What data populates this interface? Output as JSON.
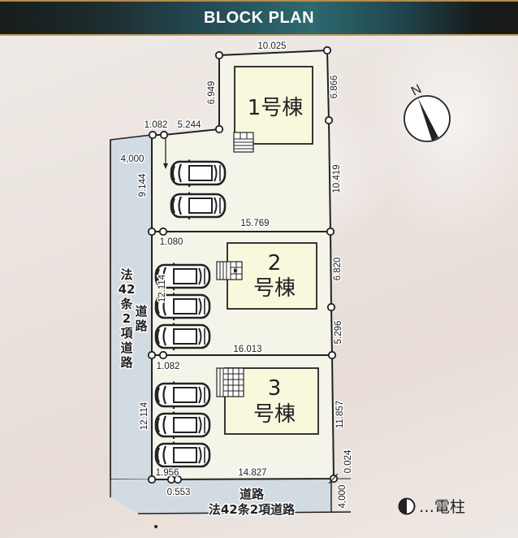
{
  "header": {
    "title": "BLOCK PLAN"
  },
  "plan": {
    "buildings": [
      {
        "id": 1,
        "label_line1": "1号棟",
        "label_line2": ""
      },
      {
        "id": 2,
        "label_line1": "2",
        "label_line2": "号棟"
      },
      {
        "id": 3,
        "label_line1": "3",
        "label_line2": "号棟"
      }
    ],
    "dimensions": {
      "lot1_top": "10.025",
      "lot1_left_upper": "6.949",
      "lot1_right_upper": "6.866",
      "lot1_step_a": "1.082",
      "lot1_step_b": "5.244",
      "lot1_left": "9.144",
      "lot1_right": "10.419",
      "lot1_bottom": "15.769",
      "lot2_top_left": "1.080",
      "lot2_left": "12.114",
      "lot2_right_upper": "6.820",
      "lot2_right_lower": "5.296",
      "lot2_bottom": "16.013",
      "lot3_top_left": "1.082",
      "lot3_left": "12.114",
      "lot3_right": "11.857",
      "lot3_right_corner": "0.024",
      "lot3_bottom_left": "1.956",
      "lot3_bottom": "14.827",
      "road_bottom_offset": "0.553",
      "road_left_width": "4,000",
      "road_bottom_width": "4,000"
    },
    "roads": {
      "left": {
        "line1": "法",
        "line2": "42",
        "line3": "条",
        "line4": "2",
        "line5": "項",
        "line6": "道",
        "line7": "路",
        "side1": "道",
        "side2": "路"
      },
      "bottom": {
        "line1": "道路",
        "line2": "法42条2項道路"
      }
    },
    "compass": {
      "label": "N"
    },
    "parking_spaces": {
      "lot1": 2,
      "lot2": 3,
      "lot3": 3
    }
  },
  "legend": {
    "symbol": "utility-pole-icon",
    "text": "…電柱"
  },
  "colors": {
    "lot_fill": "#f4f5e8",
    "building_fill": "#faf8dc",
    "road_fill": "#d3dbe2",
    "header_accent": "#2e6a70",
    "header_border": "#c09a5a"
  }
}
